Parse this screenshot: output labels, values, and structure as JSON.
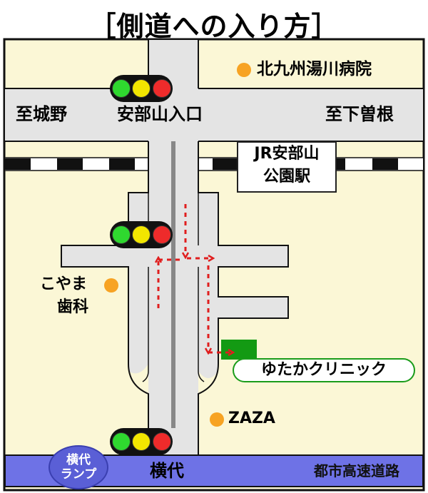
{
  "title": "［側道への入り方］",
  "labels": {
    "hospital": "北九州湯川病院",
    "to_jono": "至城野",
    "abeyama_entrance": "安部山入口",
    "to_shimosone": "至下曽根",
    "station_line1": "JR安部山",
    "station_line2": "公園駅",
    "koyama_line1": "こやま",
    "koyama_line2": "歯科",
    "yutaka_clinic": "ゆたかクリニック",
    "zaza": "ZAZA",
    "yokoshiro": "横代",
    "ramp_line1": "横代",
    "ramp_line2": "ランプ",
    "expressway": "都市高速道路"
  },
  "colors": {
    "land": "#fbf7d6",
    "road": "#e4e4e4",
    "border": "#111111",
    "expressway": "#6e72e6",
    "route_arrow": "#e01e1e",
    "clinic_marker": "#139a13",
    "landmark_dot": "#f7a323"
  },
  "icons": {
    "traffic_light": "traffic-light-icon",
    "landmark": "orange-dot-icon",
    "route": "red-dashed-arrow-icon"
  }
}
